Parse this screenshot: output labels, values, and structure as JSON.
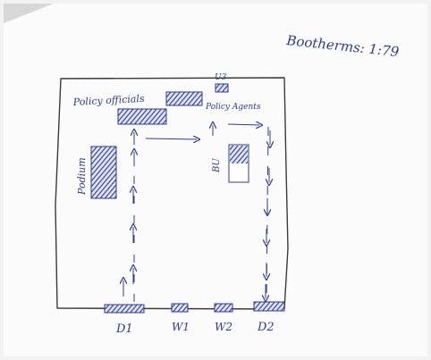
{
  "note": {
    "text": "Bootherms: 1:79"
  },
  "labels": {
    "u3": "U3",
    "policy_officials": "Policy officials",
    "policy_agents": "Policy Agents",
    "bu": "BU",
    "podium": "Podium",
    "d1": "D1",
    "w1": "W1",
    "w2": "W2",
    "d2": "D2"
  },
  "colors": {
    "ink": "#2f3b8a",
    "pencil": "#3a3a3a",
    "paper": "#fbfbfb",
    "background": "#f2f2f2"
  }
}
